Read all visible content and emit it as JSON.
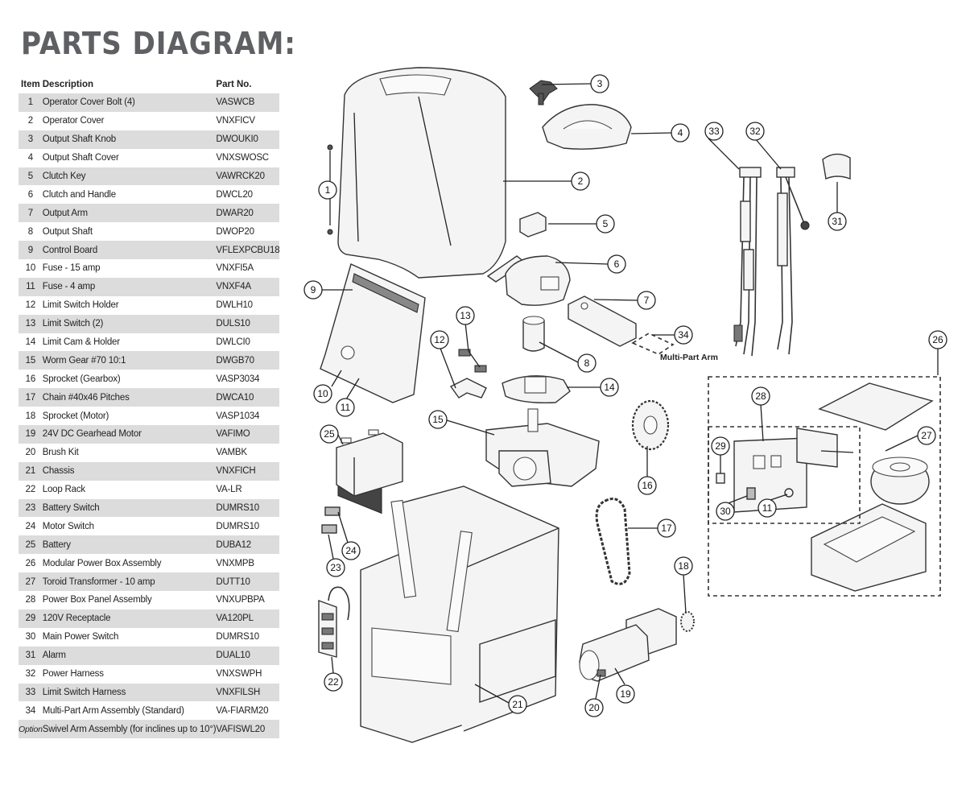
{
  "title": "PARTS DIAGRAM:",
  "table": {
    "headers": {
      "item": "Item",
      "description": "Description",
      "part_no": "Part No."
    },
    "rows": [
      {
        "item": "1",
        "description": "Operator Cover Bolt (4)",
        "part_no": "VASWCB"
      },
      {
        "item": "2",
        "description": "Operator Cover",
        "part_no": "VNXFICV"
      },
      {
        "item": "3",
        "description": "Output Shaft Knob",
        "part_no": "DWOUKI0"
      },
      {
        "item": "4",
        "description": "Output Shaft Cover",
        "part_no": "VNXSWOSC"
      },
      {
        "item": "5",
        "description": "Clutch Key",
        "part_no": "VAWRCK20"
      },
      {
        "item": "6",
        "description": "Clutch and Handle",
        "part_no": "DWCL20"
      },
      {
        "item": "7",
        "description": "Output Arm",
        "part_no": "DWAR20"
      },
      {
        "item": "8",
        "description": "Output Shaft",
        "part_no": "DWOP20"
      },
      {
        "item": "9",
        "description": "Control Board",
        "part_no": "VFLEXPCBU18"
      },
      {
        "item": "10",
        "description": "Fuse - 15 amp",
        "part_no": "VNXFI5A"
      },
      {
        "item": "11",
        "description": "Fuse - 4 amp",
        "part_no": "VNXF4A"
      },
      {
        "item": "12",
        "description": "Limit Switch Holder",
        "part_no": "DWLH10"
      },
      {
        "item": "13",
        "description": "Limit Switch (2)",
        "part_no": "DULS10"
      },
      {
        "item": "14",
        "description": "Limit Cam & Holder",
        "part_no": "DWLCI0"
      },
      {
        "item": "15",
        "description": "Worm Gear #70 10:1",
        "part_no": "DWGB70"
      },
      {
        "item": "16",
        "description": "Sprocket (Gearbox)",
        "part_no": "VASP3034"
      },
      {
        "item": "17",
        "description": "Chain #40x46 Pitches",
        "part_no": "DWCA10"
      },
      {
        "item": "18",
        "description": "Sprocket (Motor)",
        "part_no": "VASP1034"
      },
      {
        "item": "19",
        "description": "24V DC Gearhead Motor",
        "part_no": "VAFIMO"
      },
      {
        "item": "20",
        "description": "Brush Kit",
        "part_no": "VAMBK"
      },
      {
        "item": "21",
        "description": "Chassis",
        "part_no": "VNXFICH"
      },
      {
        "item": "22",
        "description": "Loop Rack",
        "part_no": "VA-LR"
      },
      {
        "item": "23",
        "description": "Battery Switch",
        "part_no": "DUMRS10"
      },
      {
        "item": "24",
        "description": "Motor Switch",
        "part_no": "DUMRS10"
      },
      {
        "item": "25",
        "description": "Battery",
        "part_no": "DUBA12"
      },
      {
        "item": "26",
        "description": "Modular Power Box Assembly",
        "part_no": "VNXMPB"
      },
      {
        "item": "27",
        "description": "Toroid Transformer - 10 amp",
        "part_no": "DUTT10"
      },
      {
        "item": "28",
        "description": "Power Box Panel Assembly",
        "part_no": "VNXUPBPA"
      },
      {
        "item": "29",
        "description": "120V Receptacle",
        "part_no": "VA120PL"
      },
      {
        "item": "30",
        "description": "Main Power Switch",
        "part_no": "DUMRS10"
      },
      {
        "item": "31",
        "description": "Alarm",
        "part_no": "DUAL10"
      },
      {
        "item": "32",
        "description": "Power Harness",
        "part_no": "VNXSWPH"
      },
      {
        "item": "33",
        "description": "Limit Switch Harness",
        "part_no": "VNXFILSH"
      },
      {
        "item": "34",
        "description": "Multi-Part Arm Assembly (Standard)",
        "part_no": "VA-FIARM20"
      },
      {
        "item": "Option",
        "description": "Swivel Arm Assembly (for inclines up to 10°)",
        "part_no": "VAFISWL20"
      }
    ]
  },
  "diagram": {
    "multi_part_arm_label": "Multi-Part Arm",
    "callouts": [
      "1",
      "2",
      "3",
      "4",
      "5",
      "6",
      "7",
      "8",
      "9",
      "10",
      "11",
      "12",
      "13",
      "14",
      "15",
      "16",
      "17",
      "18",
      "19",
      "20",
      "21",
      "22",
      "23",
      "24",
      "25",
      "26",
      "27",
      "28",
      "29",
      "30",
      "11",
      "31",
      "32",
      "33",
      "34"
    ]
  },
  "colors": {
    "title": "#5f6063",
    "row_shade": "#dcdcdd",
    "line": "#222222"
  }
}
